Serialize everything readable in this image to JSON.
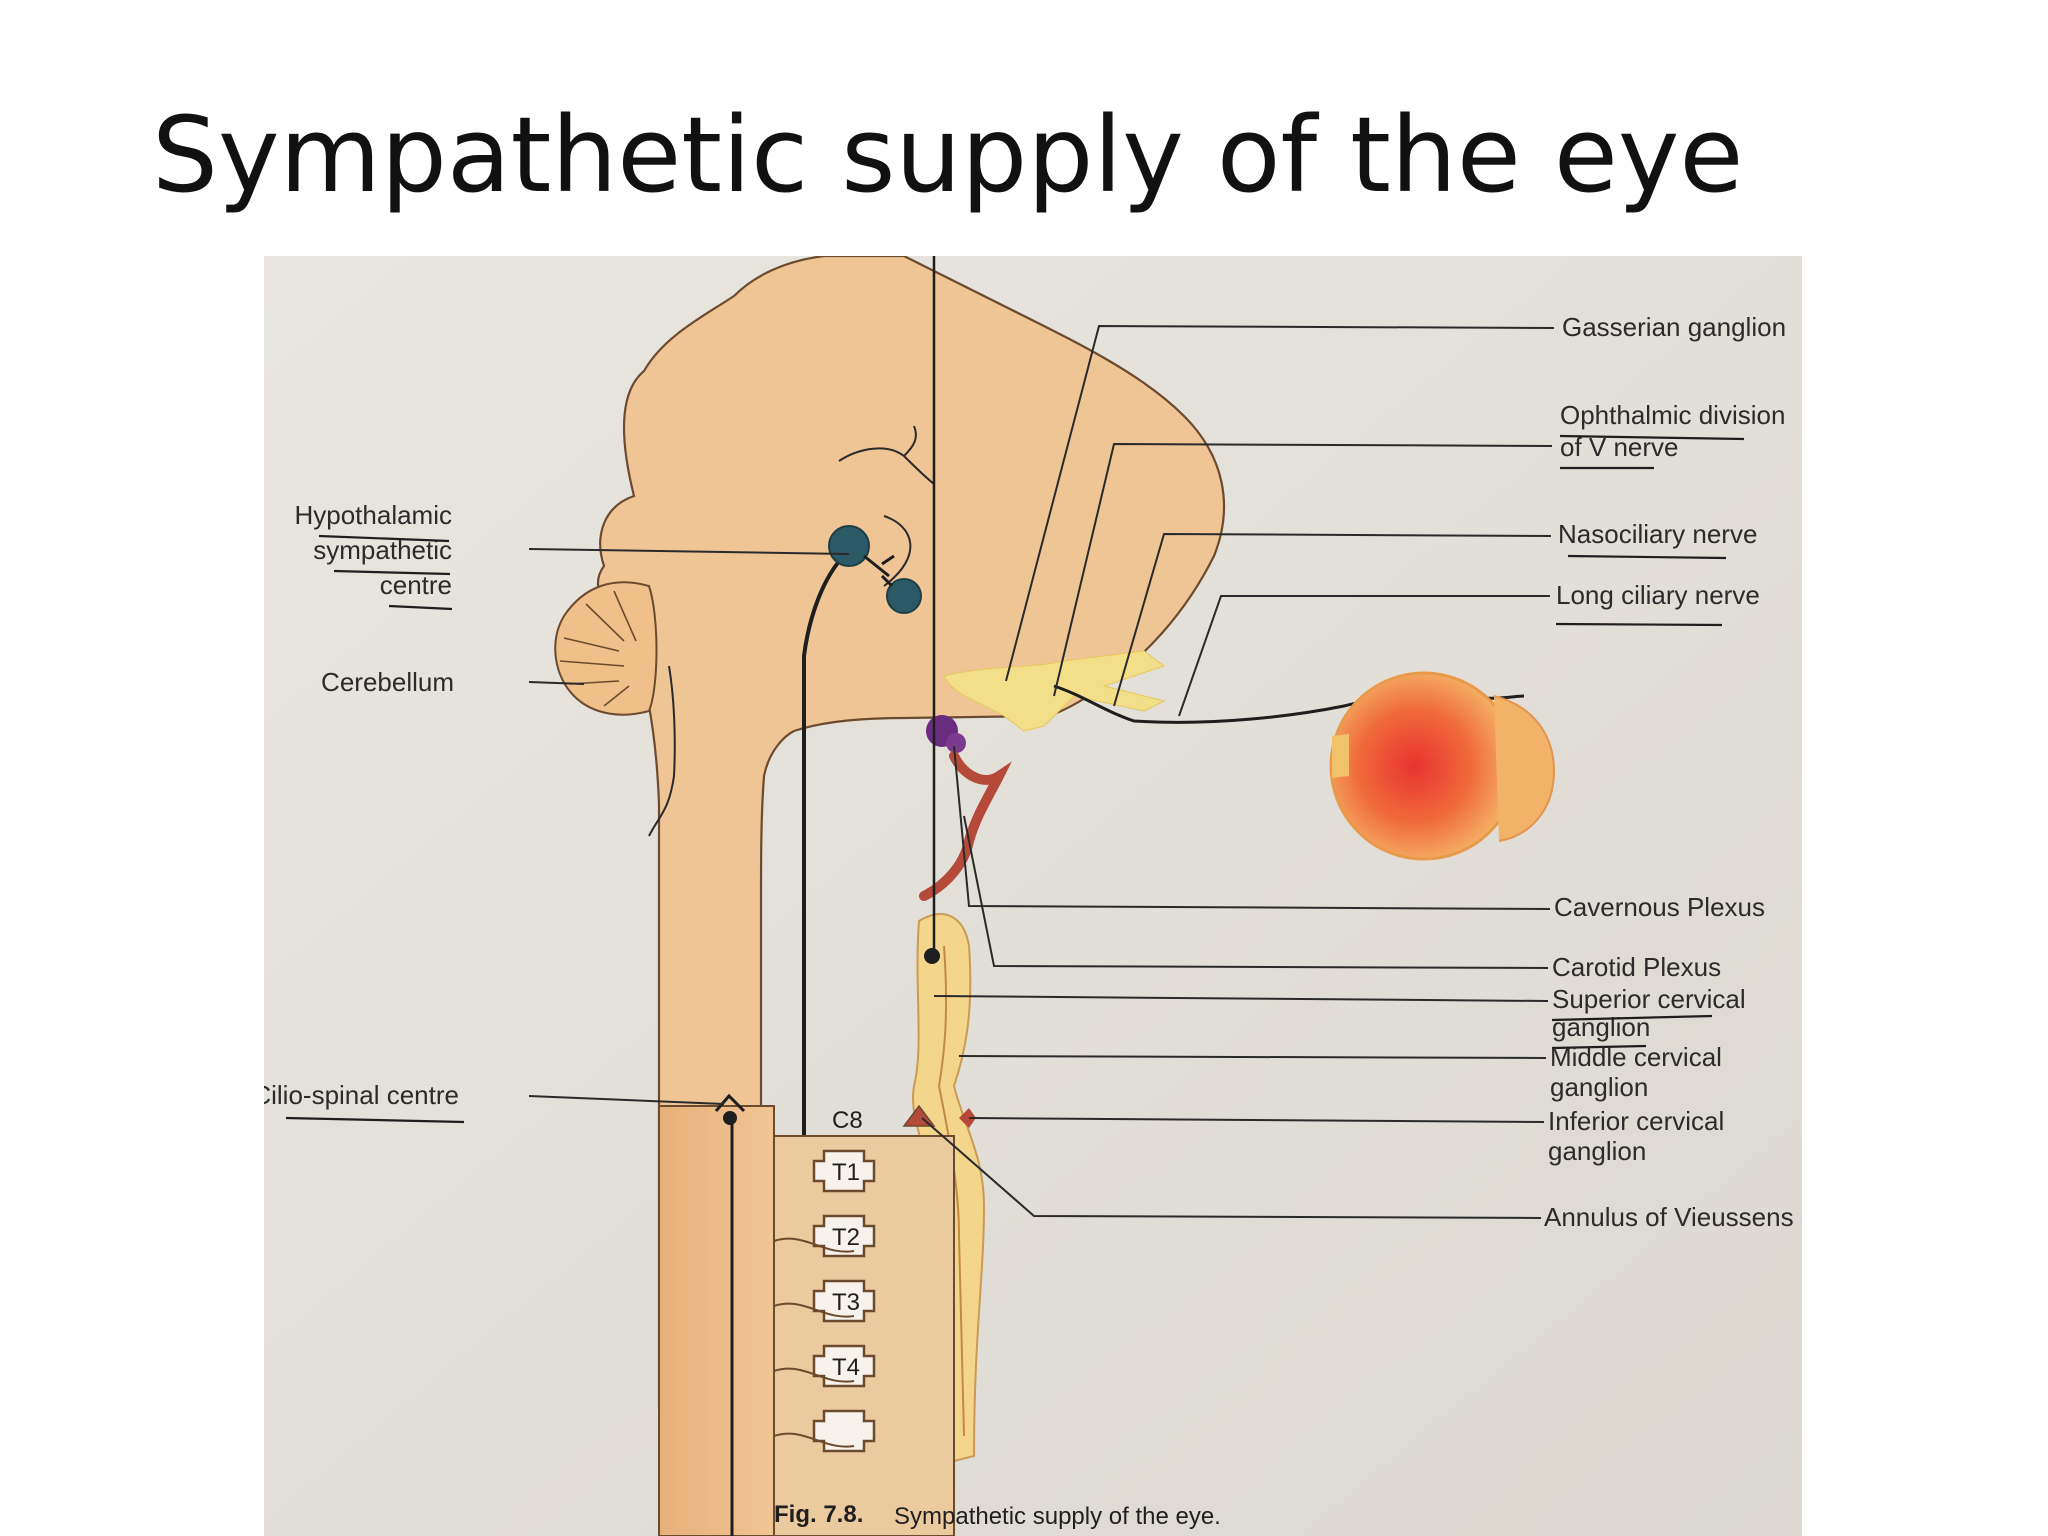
{
  "slide": {
    "title": "Sympathetic supply of the eye"
  },
  "figure": {
    "caption_number": "Fig. 7.8.",
    "caption_text": "Sympathetic supply of the eye.",
    "labels_left": {
      "hypothalamic": [
        "Hypothalamic",
        "sympathetic",
        "centre"
      ],
      "cerebellum": "Cerebellum",
      "ciliospinal": "Cilio-spinal centre"
    },
    "labels_right": {
      "gasserian": "Gasserian ganglion",
      "ophthalmic": [
        "Ophthalmic division",
        "of V nerve"
      ],
      "nasociliary": "Nasociliary nerve",
      "long_ciliary": "Long ciliary nerve",
      "cavernous": "Cavernous Plexus",
      "carotid": "Carotid Plexus",
      "superior_cervical": [
        "Superior cervical",
        "ganglion"
      ],
      "middle_cervical": [
        "Middle cervical",
        "ganglion"
      ],
      "inferior_cervical": [
        "Inferior cervical",
        "ganglion"
      ],
      "annulus": "Annulus of Vieussens"
    },
    "vertebrae": [
      "C8",
      "T1",
      "T2",
      "T3",
      "T4"
    ]
  }
}
